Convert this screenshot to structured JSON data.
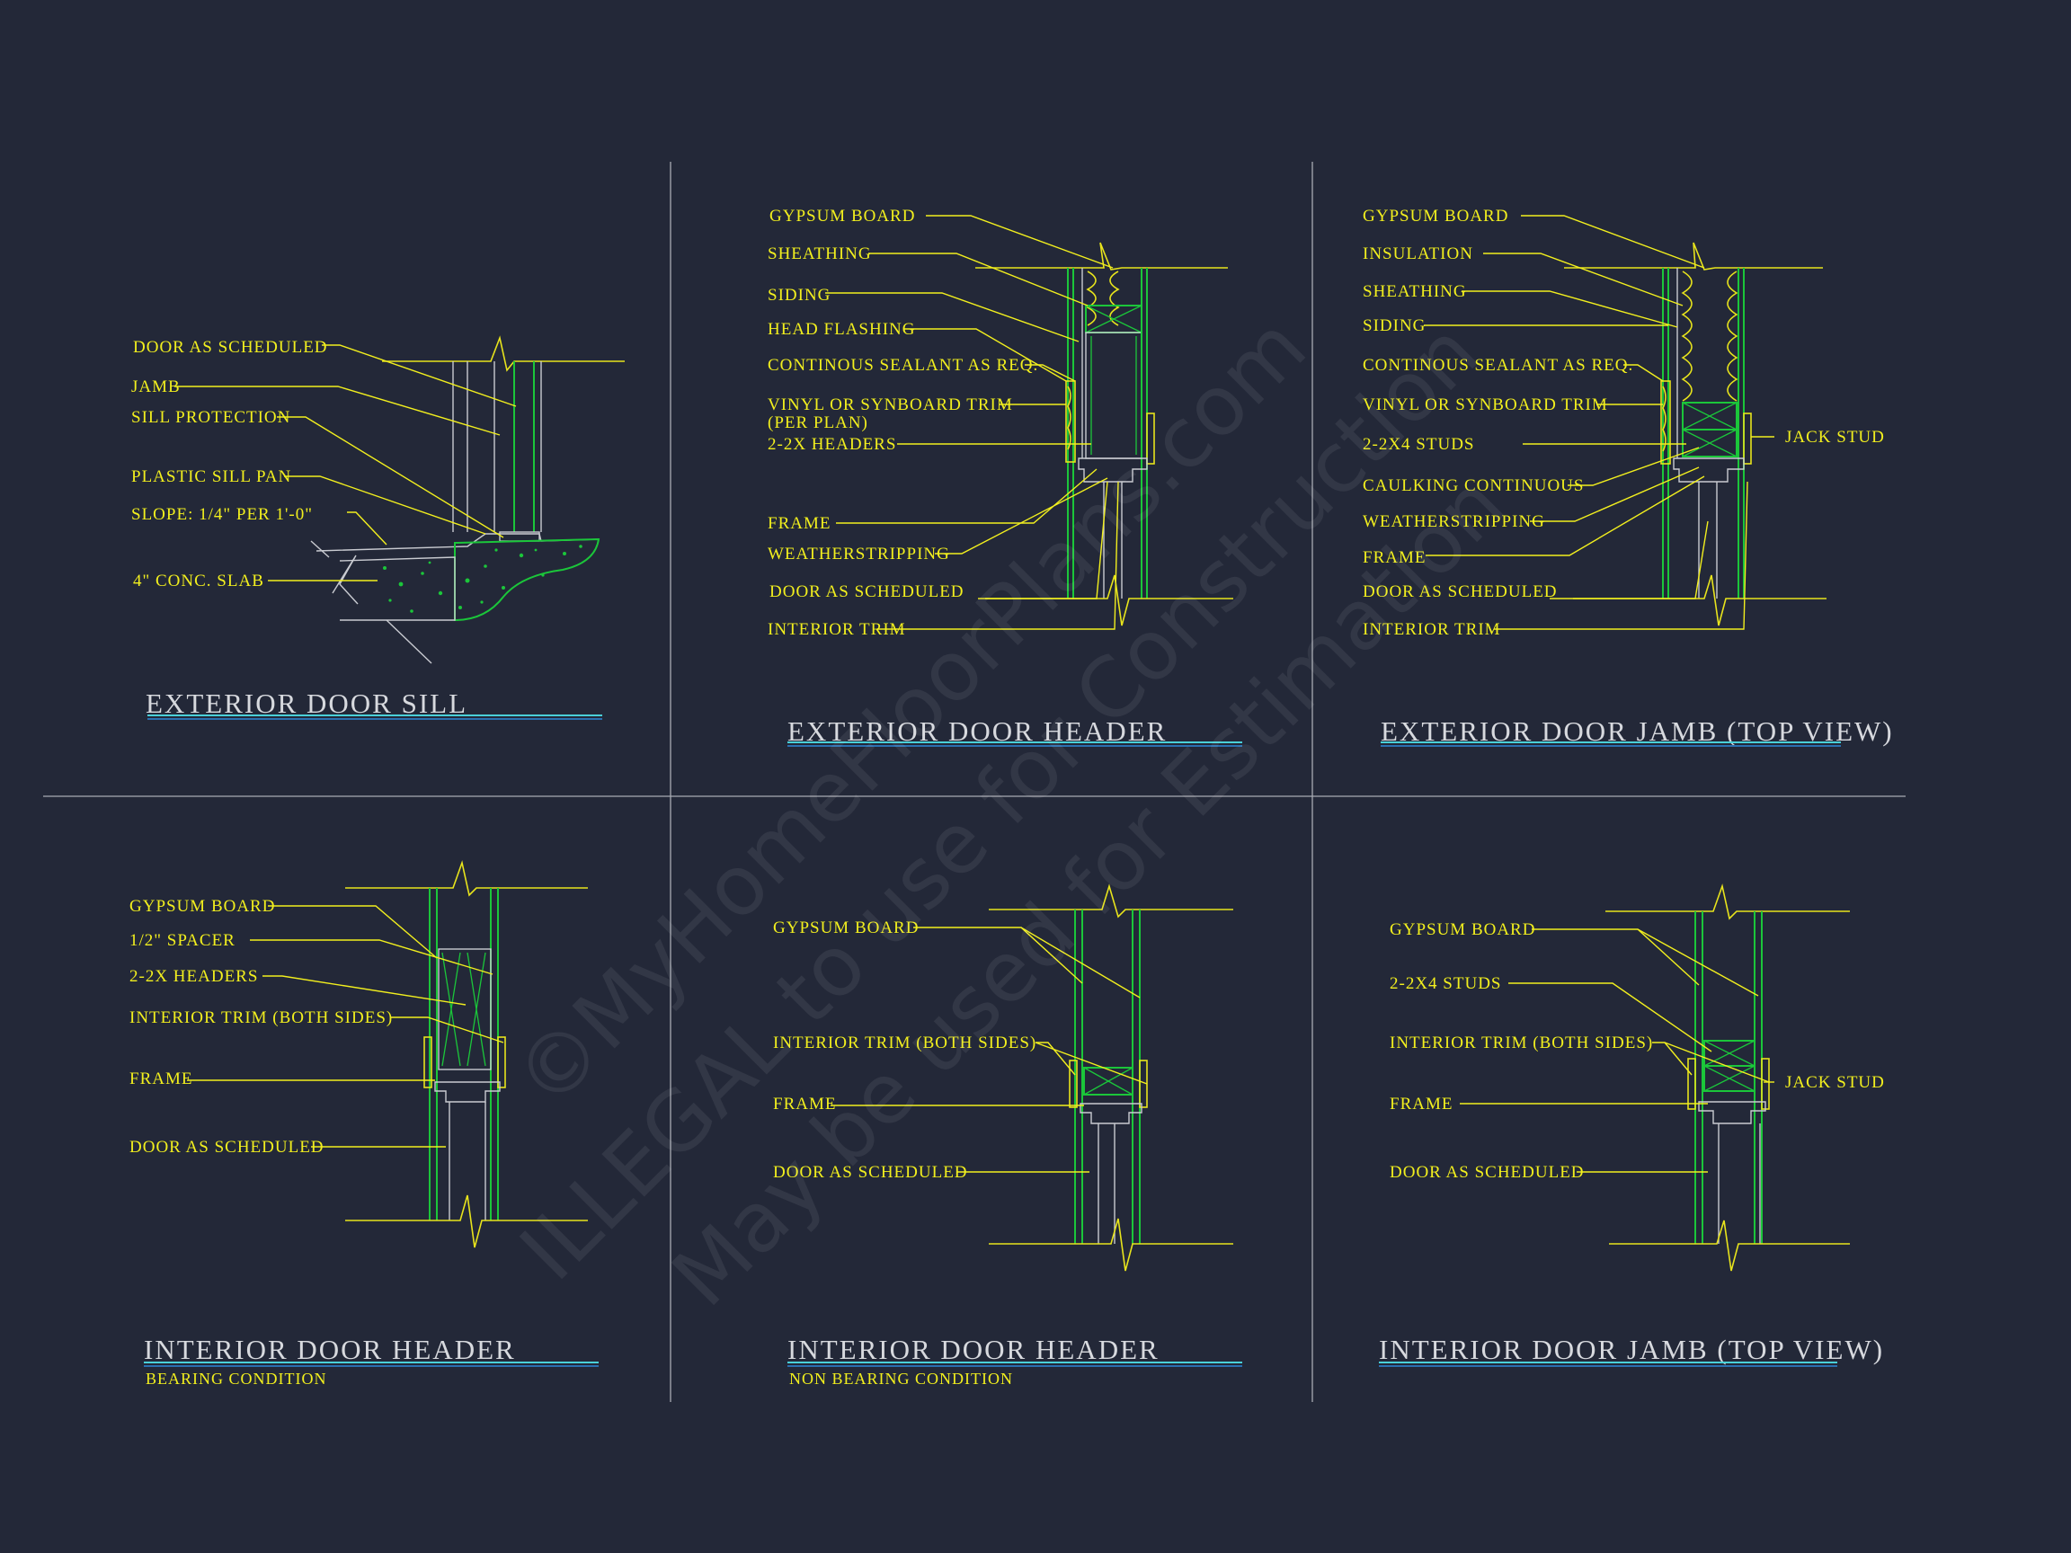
{
  "watermark": {
    "line1": "©MyHomeFloorPlans.com",
    "line2": "ILLEGAL to use for Construction",
    "line3": "May be used for Estimation"
  },
  "panels": {
    "sill": {
      "title": "EXTERIOR DOOR SILL",
      "labels": [
        "DOOR AS SCHEDULED",
        "JAMB",
        "SILL PROTECTION",
        "PLASTIC SILL PAN",
        "SLOPE: 1/4\" PER 1'-0\"",
        "4\" CONC. SLAB"
      ]
    },
    "ext_header": {
      "title": "EXTERIOR DOOR HEADER",
      "labels": [
        "GYPSUM BOARD",
        "SHEATHING",
        "SIDING",
        "HEAD FLASHING",
        "CONTINOUS SEALANT AS REQ.",
        "VINYL OR SYNBOARD TRIM",
        "(PER PLAN)",
        "2-2X HEADERS",
        "FRAME",
        "WEATHERSTRIPPING",
        "DOOR AS SCHEDULED",
        "INTERIOR TRIM"
      ]
    },
    "ext_jamb": {
      "title": "EXTERIOR DOOR JAMB (TOP VIEW)",
      "labels": [
        "GYPSUM BOARD",
        "INSULATION",
        "SHEATHING",
        "SIDING",
        "CONTINOUS SEALANT AS REQ.",
        "VINYL OR SYNBOARD TRIM",
        "2-2X4 STUDS",
        "CAULKING CONTINUOUS",
        "WEATHERSTRIPPING",
        "FRAME",
        "DOOR AS SCHEDULED",
        "INTERIOR TRIM",
        "JACK STUD"
      ]
    },
    "int_header_bearing": {
      "title": "INTERIOR DOOR HEADER",
      "subtitle": "BEARING CONDITION",
      "labels": [
        "GYPSUM BOARD",
        "1/2\" SPACER",
        "2-2X HEADERS",
        "INTERIOR TRIM (BOTH SIDES)",
        "FRAME",
        "DOOR AS SCHEDULED"
      ]
    },
    "int_header_nonbearing": {
      "title": "INTERIOR DOOR HEADER",
      "subtitle": "NON BEARING CONDITION",
      "labels": [
        "GYPSUM BOARD",
        "INTERIOR TRIM (BOTH SIDES)",
        "FRAME",
        "DOOR AS SCHEDULED"
      ]
    },
    "int_jamb": {
      "title": "INTERIOR DOOR JAMB (TOP VIEW)",
      "labels": [
        "GYPSUM BOARD",
        "2-2X4 STUDS",
        "INTERIOR TRIM (BOTH SIDES)",
        "FRAME",
        "DOOR AS SCHEDULED",
        "JACK STUD"
      ]
    }
  }
}
